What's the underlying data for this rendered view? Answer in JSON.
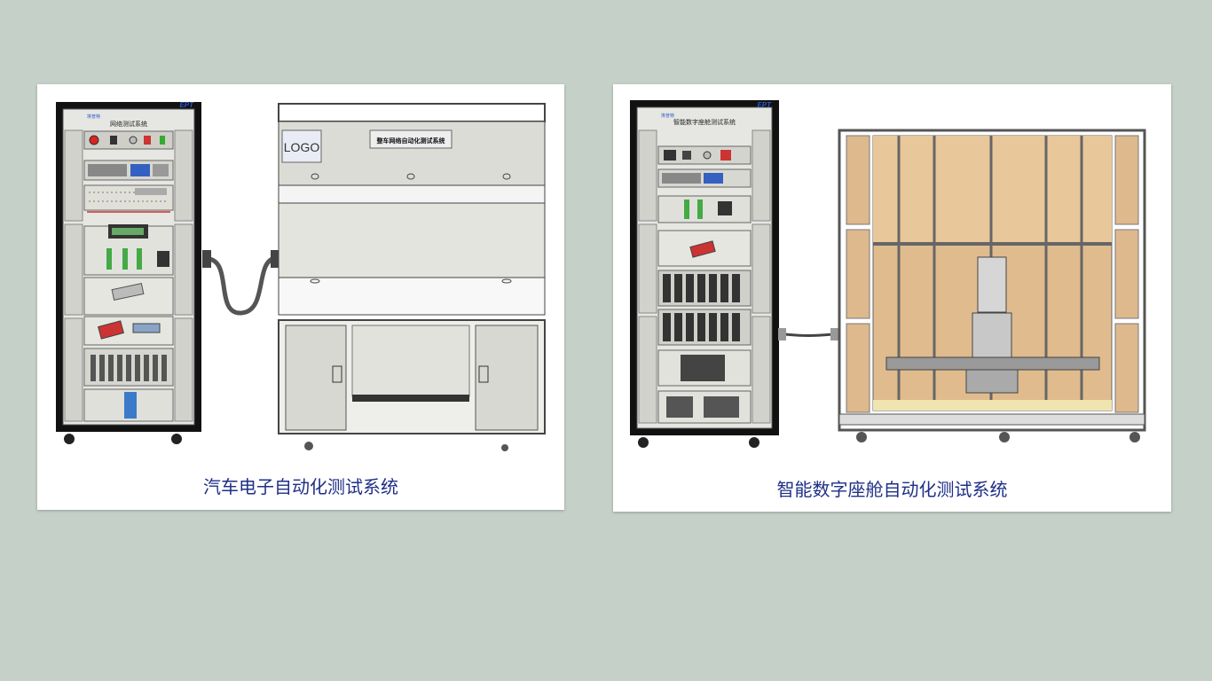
{
  "panels": [
    {
      "caption": "汽车电子自动化测试系统",
      "rack_brand": "EPT",
      "rack_brand_small": "埃普特",
      "rack_title": "网络测试系统",
      "bench_logo": "LOGO",
      "bench_title": "整车网络自动化测试系统"
    },
    {
      "caption": "智能数字座舱自动化测试系统",
      "rack_brand": "EPT",
      "rack_brand_small": "埃普特",
      "rack_title": "智能数字座舱测试系统"
    }
  ],
  "colors": {
    "background": "#c5d0c8",
    "caption": "#1f2f86",
    "cabinet": "#111111",
    "panel": "#dcdcd6",
    "wood": "#deb98e"
  }
}
